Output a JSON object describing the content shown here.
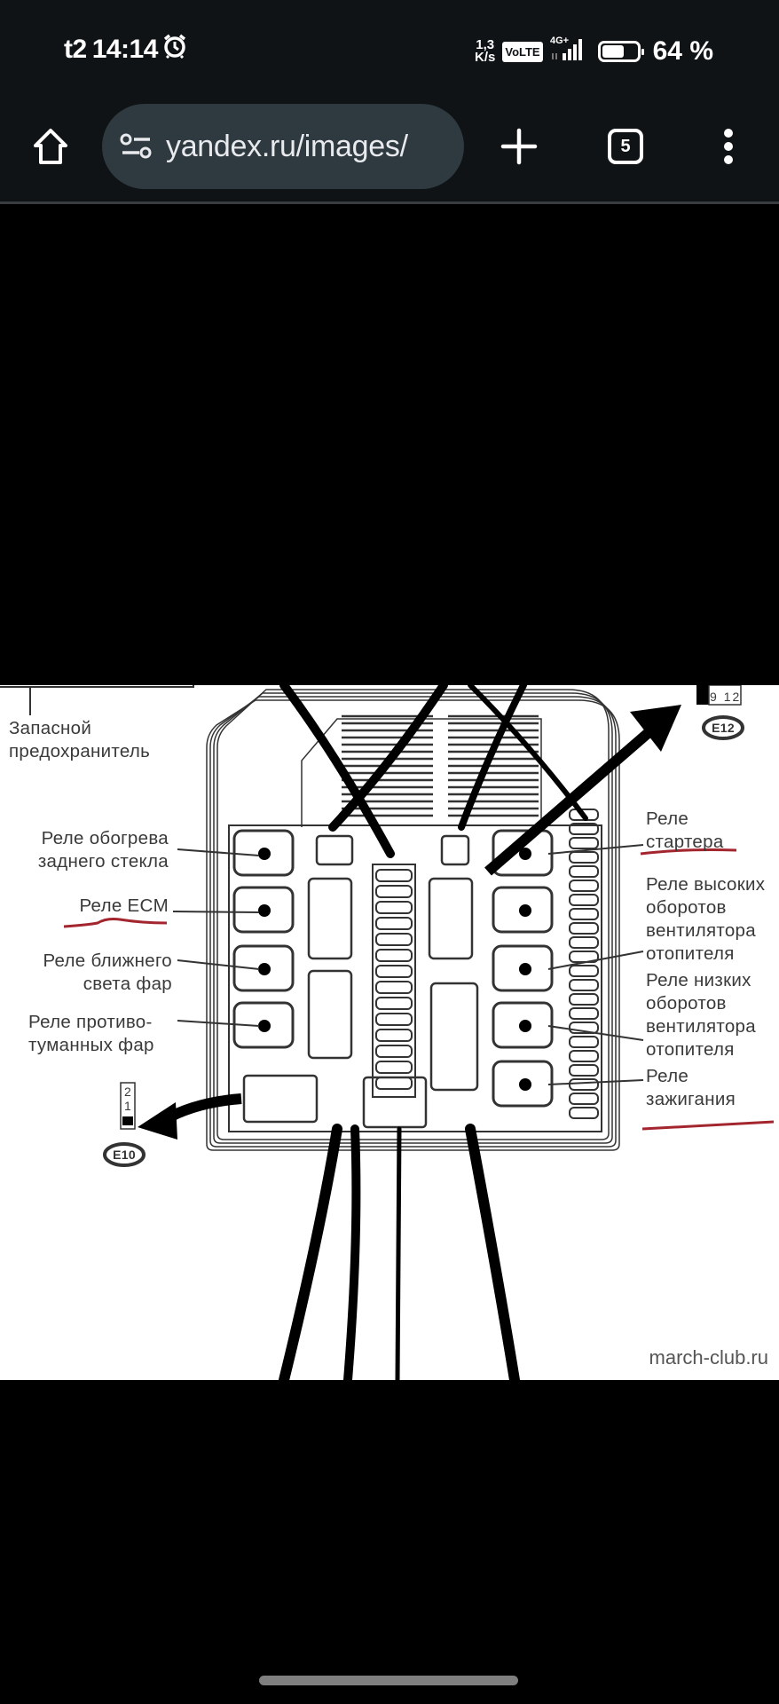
{
  "status_bar": {
    "carrier": "t2",
    "time": "14:14",
    "alarm_icon": "alarm-clock-icon",
    "net_speed_value": "1,3",
    "net_speed_unit": "K/s",
    "volte": "VoLTE",
    "network": "4G+",
    "battery_percent": 64,
    "battery_label": "64 %"
  },
  "browser": {
    "home_icon": "home-icon",
    "site_settings_icon": "tune-icon",
    "url": "yandex.ru/images/",
    "new_tab_icon": "plus-icon",
    "tab_count": "5",
    "menu_icon": "more-vert-icon"
  },
  "diagram": {
    "left_labels": [
      {
        "line1": "Запасной",
        "line2": "предохранитель"
      },
      {
        "line1": "Реле обогрева",
        "line2": "заднего стекла"
      },
      {
        "line1": "Реле ECM",
        "line2": "",
        "underlined": true
      },
      {
        "line1": "Реле ближнего",
        "line2": "света фар"
      },
      {
        "line1": "Реле противо-",
        "line2": "туманных фар"
      }
    ],
    "right_labels": [
      {
        "lines": [
          "Реле",
          "стартера"
        ],
        "underlined": true
      },
      {
        "lines": [
          "Реле высоких",
          "оборотов",
          "вентилятора",
          "отопителя"
        ]
      },
      {
        "lines": [
          "Реле низких",
          "оборотов",
          "вентилятора",
          "отопителя"
        ]
      },
      {
        "lines": [
          "Реле",
          "зажигания"
        ],
        "underlined": true
      }
    ],
    "connector_e10": {
      "id": "E10",
      "pins": [
        "2",
        "1"
      ]
    },
    "connector_e12": {
      "id": "E12",
      "pins": [
        "9",
        "12"
      ]
    },
    "watermark": "march-club.ru",
    "underline_color": "#a3262e"
  }
}
